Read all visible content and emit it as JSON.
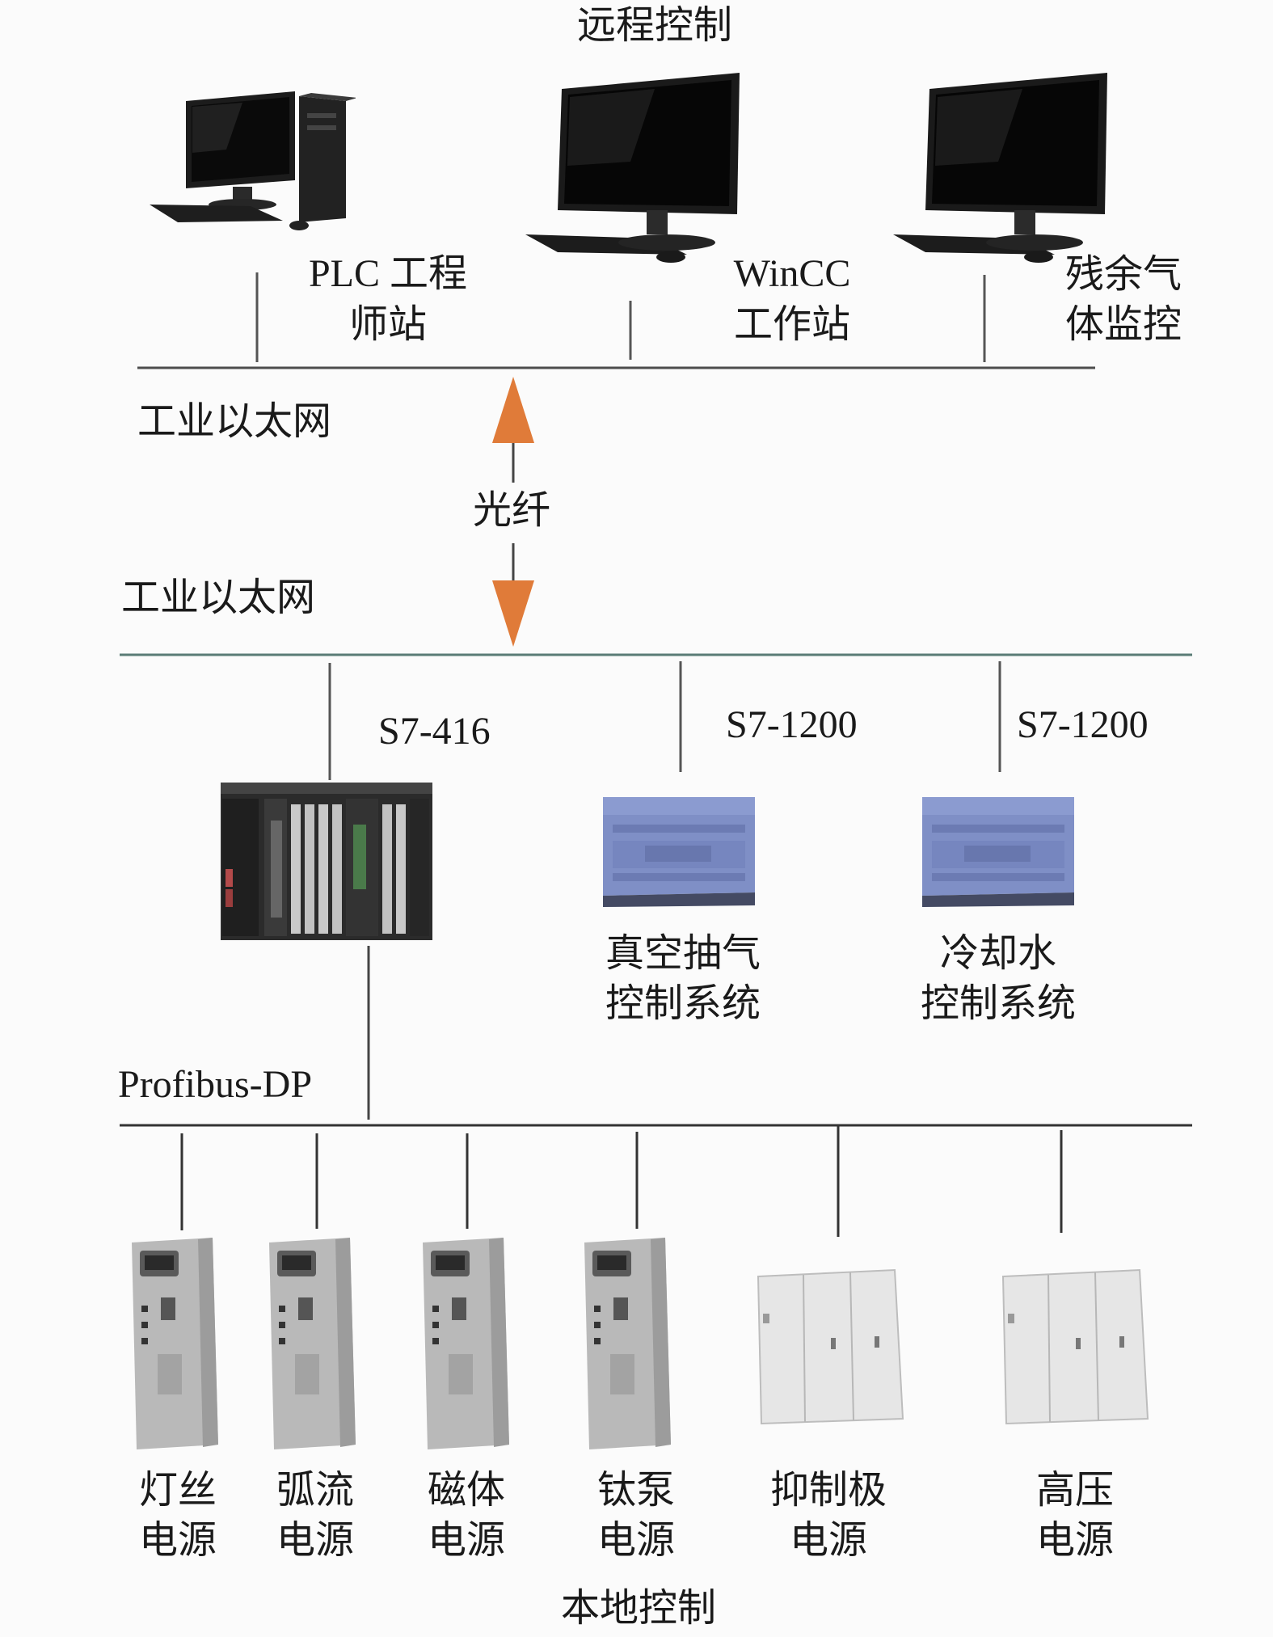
{
  "top_title": "远程控制",
  "bottom_title": "本地控制",
  "stations": [
    {
      "line1": "PLC 工程",
      "line2": "师站",
      "icon": "desktop-tower-icon"
    },
    {
      "line1": "WinCC",
      "line2": "工作站",
      "icon": "monitor-icon"
    },
    {
      "line1": "残余气",
      "line2": "体监控",
      "icon": "monitor-icon"
    }
  ],
  "networks": {
    "upper_ethernet": "工业以太网",
    "lower_ethernet": "工业以太网",
    "fiber": "光纤",
    "profibus": "Profibus-DP"
  },
  "controllers": [
    {
      "model": "S7-416",
      "line1": "",
      "line2": "",
      "icon": "plc-rack-icon"
    },
    {
      "model": "S7-1200",
      "line1": "真空抽气",
      "line2": "控制系统",
      "icon": "plc-compact-icon"
    },
    {
      "model": "S7-1200",
      "line1": "冷却水",
      "line2": "控制系统",
      "icon": "plc-compact-icon"
    }
  ],
  "power_supplies": [
    {
      "line1": "灯丝",
      "line2": "电源",
      "icon": "power-drive-icon"
    },
    {
      "line1": "弧流",
      "line2": "电源",
      "icon": "power-drive-icon"
    },
    {
      "line1": "磁体",
      "line2": "电源",
      "icon": "power-drive-icon"
    },
    {
      "line1": "钛泵",
      "line2": "电源",
      "icon": "power-drive-icon"
    },
    {
      "line1": "抑制极",
      "line2": "电源",
      "icon": "power-cabinet-icon"
    },
    {
      "line1": "高压",
      "line2": "电源",
      "icon": "power-cabinet-icon"
    }
  ],
  "colors": {
    "arrow": "#e07b39",
    "line": "#333333",
    "network_line": "#6a8e86",
    "plc_compact": "#7f8fc6"
  }
}
